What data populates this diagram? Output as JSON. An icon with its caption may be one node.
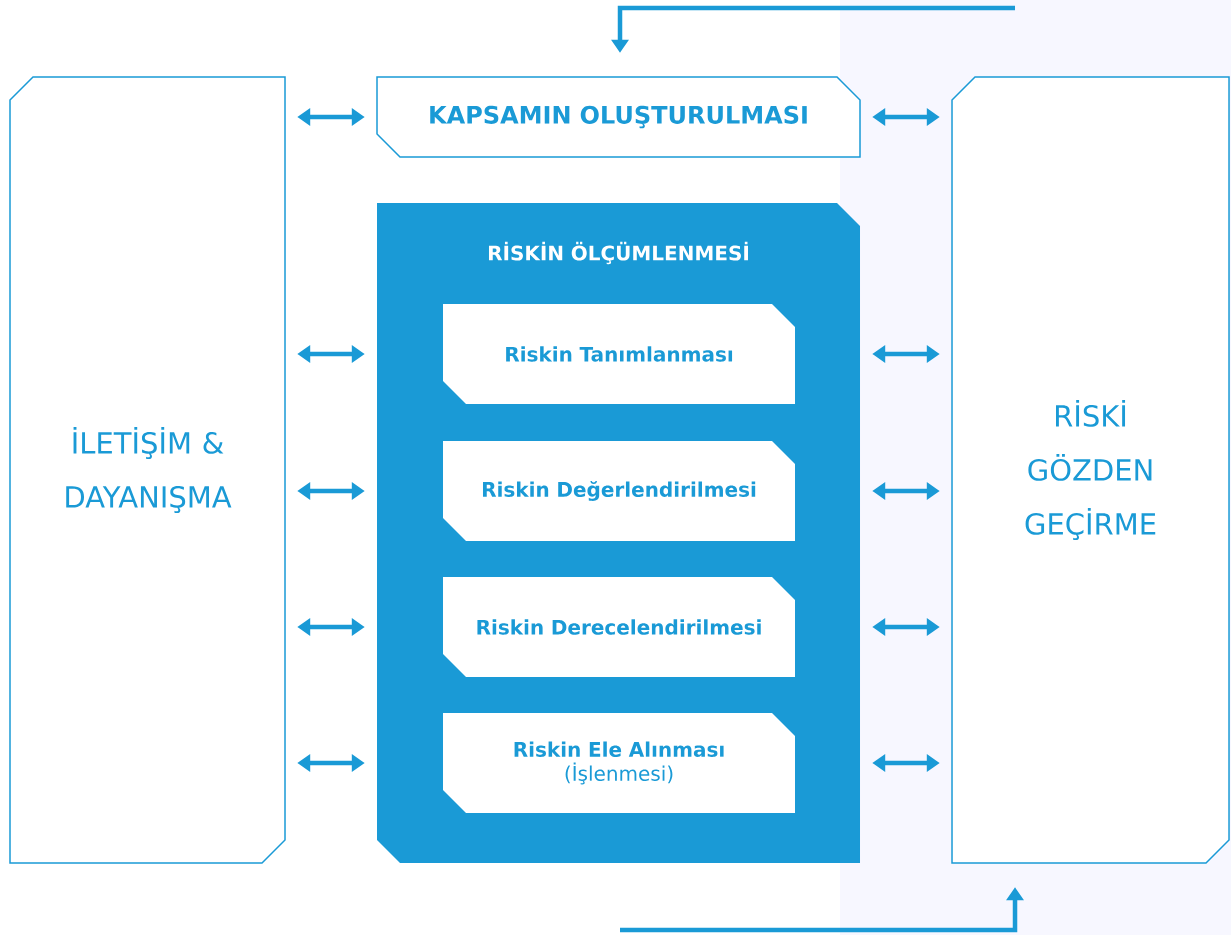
{
  "diagram": {
    "nodes": [
      {
        "text": [
          "İLETİŞİM & DAYANIŞMA"
        ]
      },
      {
        "text": [
          "KAPSAMIN OLUŞTURULMASI"
        ]
      },
      {
        "text": [
          "RİSKİN ÖLÇÜMLENMESİ"
        ]
      },
      {
        "text": [
          "Riskin Tanımlanması"
        ],
        "in": 2
      },
      {
        "text": [
          "Riskin Değerlendirilmesi"
        ],
        "in": 2
      },
      {
        "text": [
          "Riskin Derecelendirilmesi"
        ],
        "in": 2
      },
      {
        "text": [
          "Riskin Ele Alınması",
          "(İşlenmesi)"
        ],
        "in": 2
      },
      {
        "text": [
          "RİSKİ GÖZDEN GEÇİRME"
        ]
      }
    ],
    "edges": [
      {
        "from": null,
        "to": 1,
        "arrow": "to"
      },
      {
        "from": 0,
        "to": 1,
        "arrow": "both"
      },
      {
        "from": 1,
        "to": 7,
        "arrow": "both"
      },
      {
        "from": 0,
        "to": 2,
        "arrow": "both"
      },
      {
        "from": 2,
        "to": 7,
        "arrow": "both"
      },
      {
        "from": 0,
        "to": 2,
        "arrow": "both"
      },
      {
        "from": 2,
        "to": 7,
        "arrow": "both"
      },
      {
        "from": 0,
        "to": 2,
        "arrow": "both"
      },
      {
        "from": 2,
        "to": 7,
        "arrow": "both"
      },
      {
        "from": 0,
        "to": 2,
        "arrow": "both"
      },
      {
        "from": 2,
        "to": 7,
        "arrow": "both"
      },
      {
        "from": null,
        "to": 7,
        "arrow": "to"
      }
    ]
  }
}
